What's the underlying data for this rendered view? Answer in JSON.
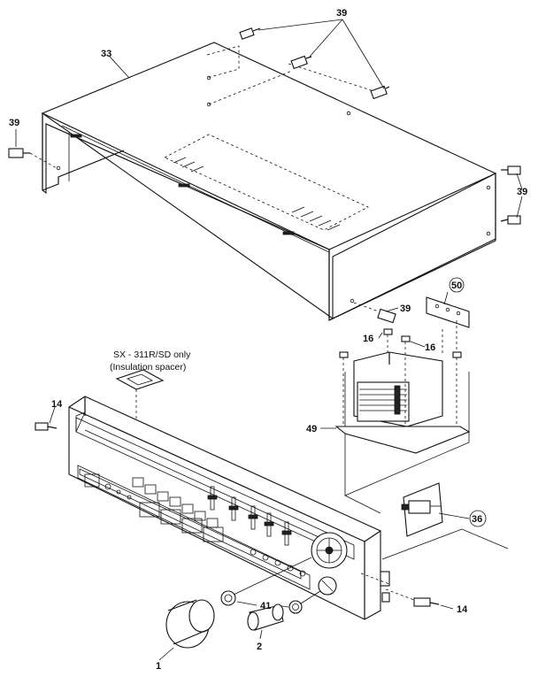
{
  "diagram": {
    "note_line1": "SX - 311R/SD only",
    "note_line2": "(Insulation spacer)",
    "labels": {
      "cover": "33",
      "screw_top": "39",
      "screw_left": "39",
      "screw_right": "39",
      "screw_transformer": "39",
      "plate": "50",
      "screw_16_left": "16",
      "screw_16_right": "16",
      "transformer": "49",
      "screw_front_left": "14",
      "screw_front_right": "14",
      "switch": "36",
      "nut": "41",
      "knob_small": "2",
      "knob_large": "1"
    }
  }
}
